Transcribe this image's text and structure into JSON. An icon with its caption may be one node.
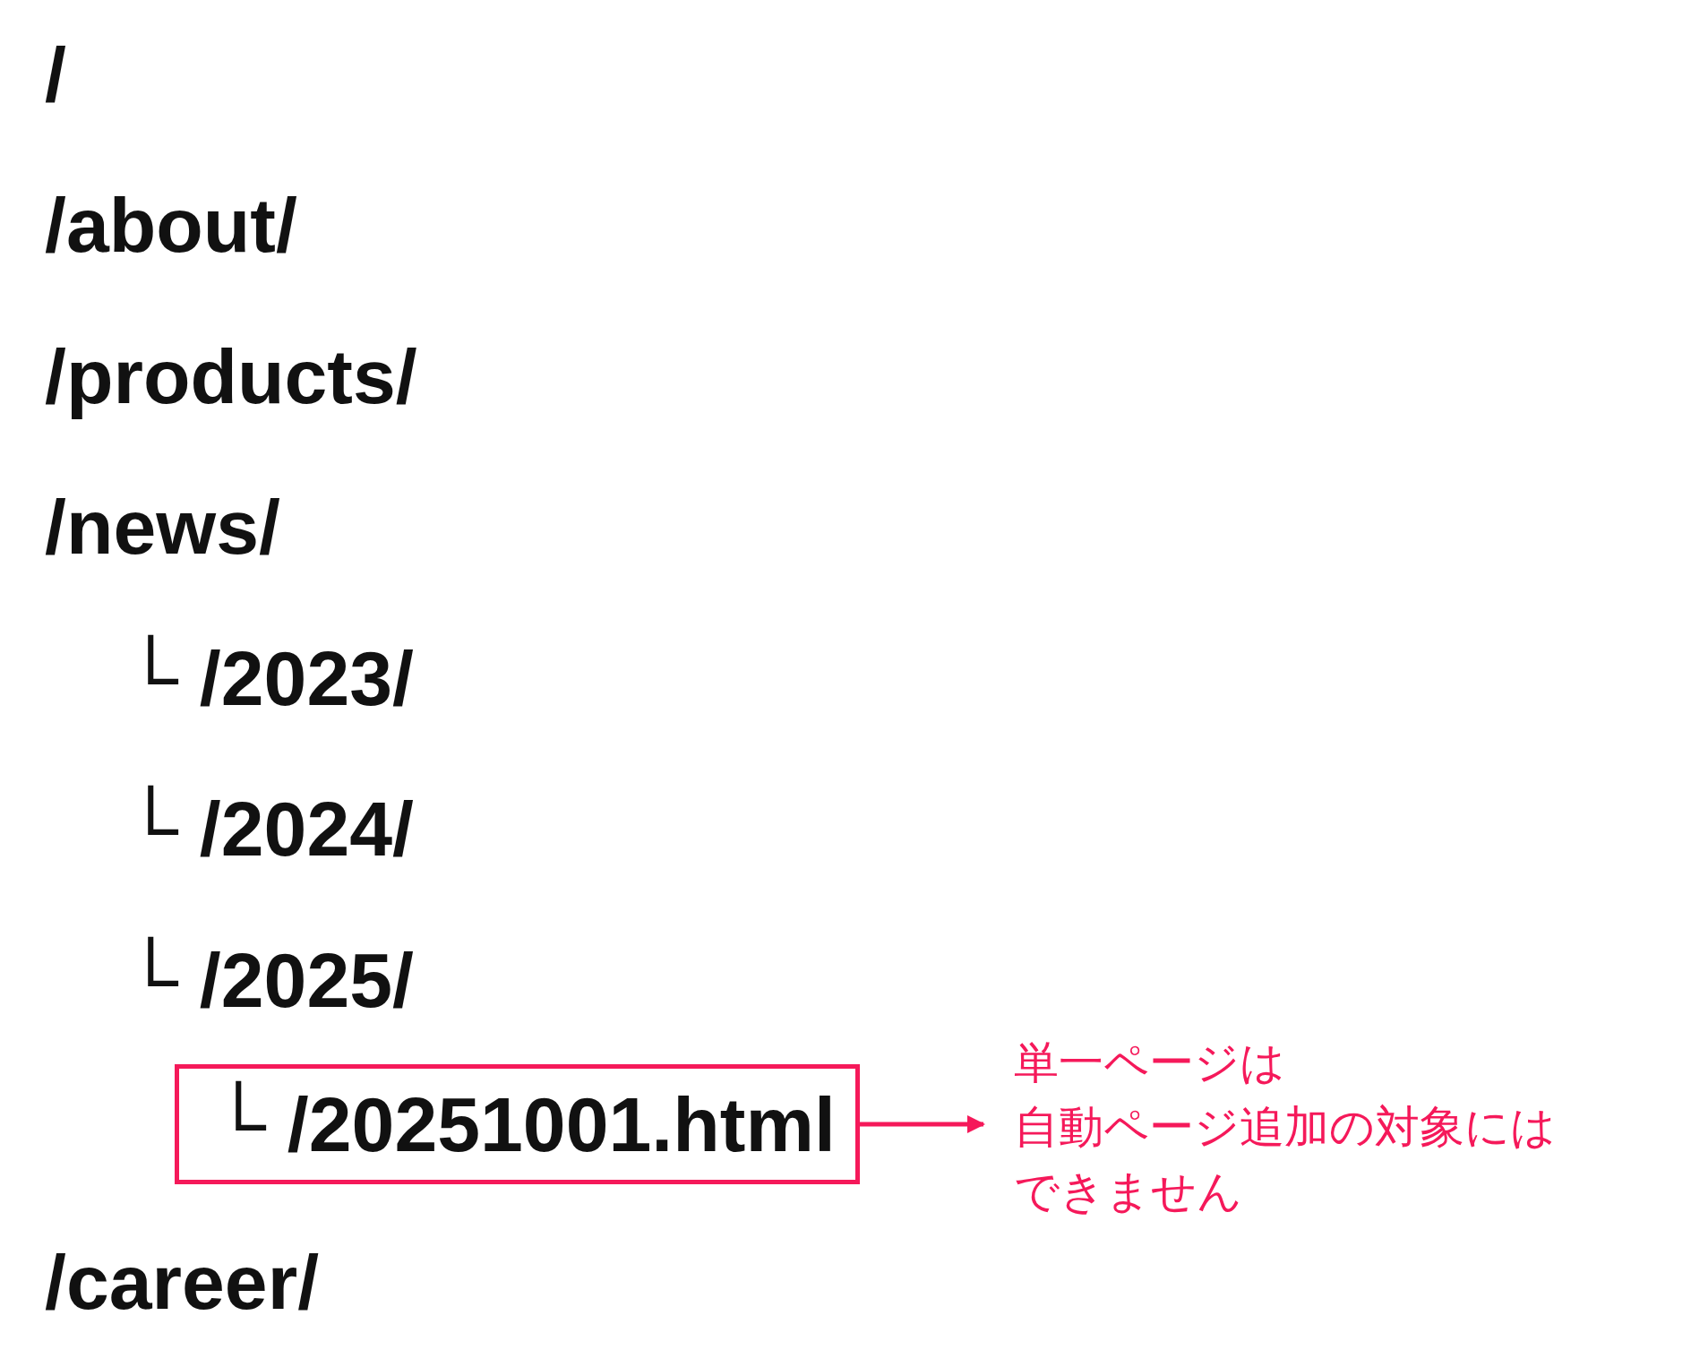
{
  "diagram": {
    "nodes": [
      {
        "text": [
          "└ /20251001.html"
        ]
      },
      {
        "text": [
          "単一ページは自動ページ追加の対象にはできません"
        ]
      }
    ],
    "edges": [
      {
        "from": 0,
        "to": 1,
        "arrow": "to",
        "color": "#f5195a"
      }
    ],
    "labels": [
      "/",
      "/about/",
      "/products/",
      "/news/",
      "└ /2023/",
      "└ /2024/",
      "└ /2025/",
      "/career/"
    ]
  }
}
